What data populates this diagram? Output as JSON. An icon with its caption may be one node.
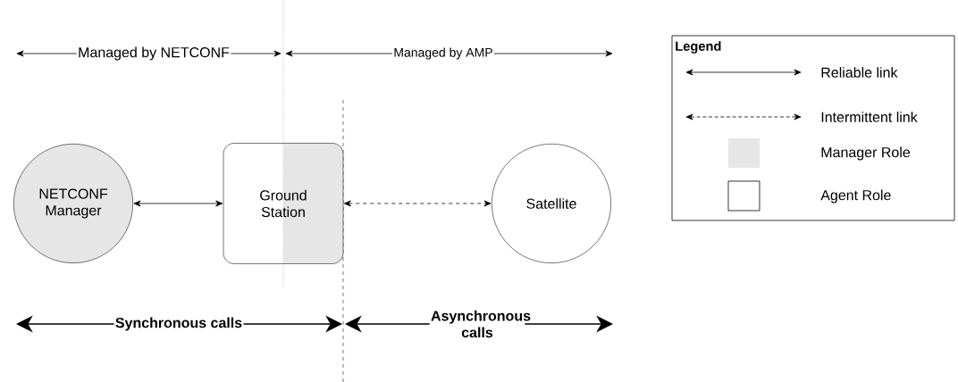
{
  "diagram": {
    "nodes": [
      {
        "text": [
          "NETCONF Manager"
        ]
      },
      {
        "text": [
          "Ground Station"
        ]
      },
      {
        "text": [
          "Satellite"
        ]
      }
    ],
    "edges": [
      {
        "from": 0,
        "to": 1,
        "arrow": "both"
      },
      {
        "from": 1,
        "to": 2,
        "arrow": "both",
        "style": "dashed"
      }
    ],
    "labels": [
      "Managed by NETCONF",
      "Managed by AMP",
      "Synchronous calls",
      "Asynchronous calls",
      "Legend"
    ],
    "legend": [
      {
        "text": "Reliable link"
      },
      {
        "text": "Intermittent link"
      },
      {
        "text": "Manager Role",
        "color": "#e6e6e6"
      },
      {
        "text": "Agent Role"
      }
    ]
  }
}
